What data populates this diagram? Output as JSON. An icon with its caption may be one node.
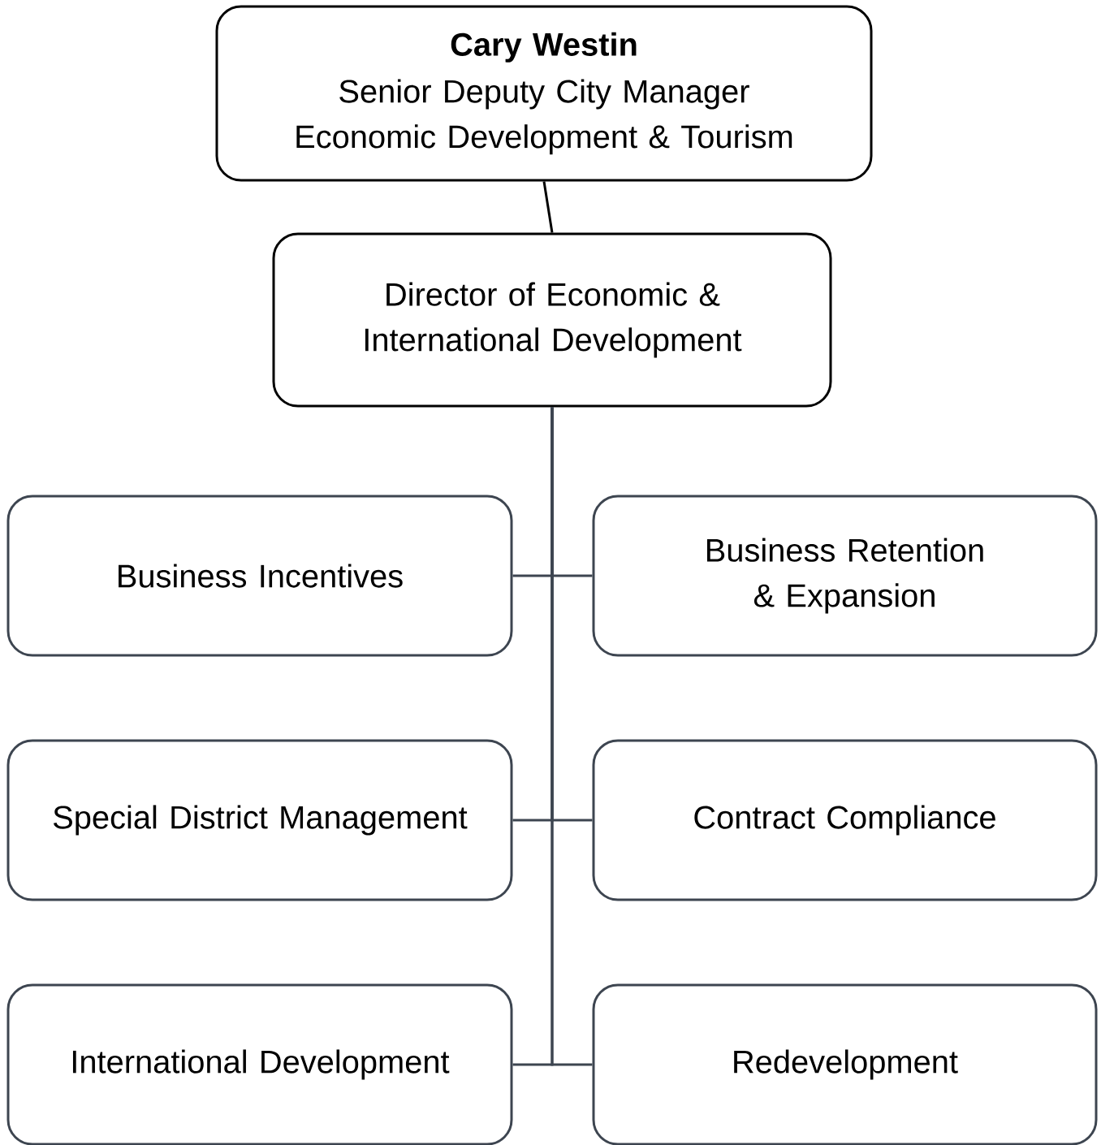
{
  "diagram": {
    "nodes": [
      {
        "text": [
          "Cary Westin",
          "Senior Deputy City Manager Economic Development & Tourism"
        ]
      },
      {
        "text": [
          "Director of Economic & International Development"
        ]
      },
      {
        "text": [
          "Business Incentives"
        ]
      },
      {
        "text": [
          "Business Retention & Expansion"
        ]
      },
      {
        "text": [
          "Special District Management"
        ]
      },
      {
        "text": [
          "Contract Compliance"
        ]
      },
      {
        "text": [
          "International Development"
        ]
      },
      {
        "text": [
          "Redevelopment"
        ]
      }
    ],
    "edges": [
      {
        "from": 0,
        "to": 1,
        "arrow": "none",
        "color": "#000000"
      },
      {
        "from": 1,
        "to": 2,
        "arrow": "none"
      },
      {
        "from": 1,
        "to": 3,
        "arrow": "none"
      },
      {
        "from": 1,
        "to": 4,
        "arrow": "none"
      },
      {
        "from": 1,
        "to": 5,
        "arrow": "none"
      },
      {
        "from": 1,
        "to": 6,
        "arrow": "none"
      },
      {
        "from": 1,
        "to": 7,
        "arrow": "none"
      }
    ]
  }
}
